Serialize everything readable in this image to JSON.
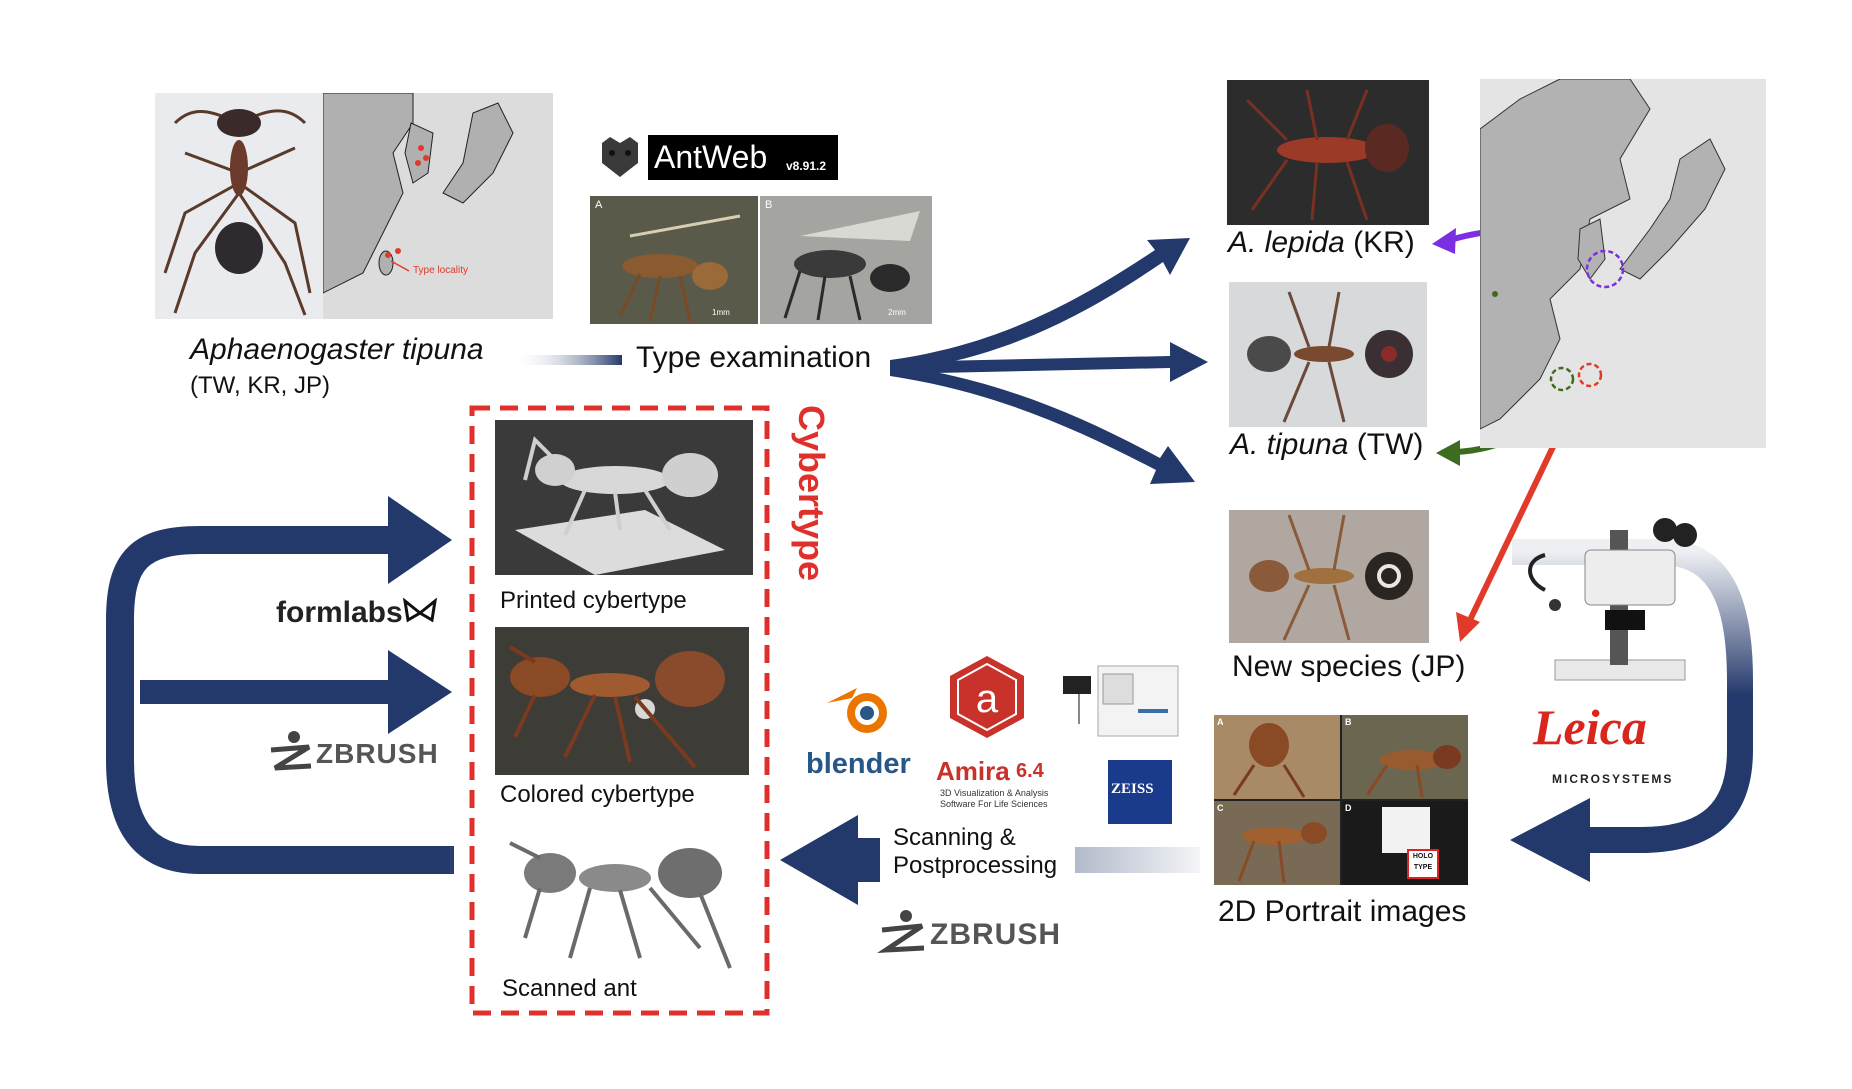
{
  "source_species": {
    "name": "Aphaenogaster tipuna",
    "regions": "(TW, KR, JP)",
    "map_annotation": "Type locality"
  },
  "antweb": {
    "brand": "AntWeb",
    "version": "v8.91.2",
    "panel_a": "A",
    "panel_b": "B",
    "scale_a": "1mm",
    "scale_b": "2mm"
  },
  "type_examination": "Type examination",
  "results": {
    "lepida_name": "A. lepida",
    "lepida_region": "(KR)",
    "tipuna_name": "A. tipuna",
    "tipuna_region": "(TW)",
    "new_species": "New species (JP)"
  },
  "portraits": {
    "label": "2D Portrait images",
    "panels": [
      "A",
      "B",
      "C",
      "D"
    ],
    "holo_type": "HOLO TYPE"
  },
  "leica": {
    "brand": "Leica",
    "sub": "MICROSYSTEMS"
  },
  "scanning": {
    "label_line1": "Scanning &",
    "label_line2": "Postprocessing"
  },
  "software": {
    "blender": "blender",
    "amira": "Amira",
    "amira_version": "6.4",
    "amira_tagline_1": "3D Visualization & Analysis",
    "amira_tagline_2": "Software For Life Sciences",
    "amira_icon": "a",
    "zeiss": "ZEISS",
    "zbrush": "ZBRUSH",
    "formlabs": "formlabs"
  },
  "cybertype": {
    "title": "Cybertype",
    "printed": "Printed cybertype",
    "colored": "Colored cybertype",
    "scanned": "Scanned ant"
  },
  "colors": {
    "arrow_navy": "#24396b",
    "cybertype_red": "#e0302b",
    "lepida_purple": "#7b2fe0",
    "tipuna_green": "#3d6b1f",
    "new_red": "#e23a2a",
    "leica_red": "#d9261c",
    "amira_red": "#c8322b",
    "zeiss_blue": "#1a3a8c"
  }
}
